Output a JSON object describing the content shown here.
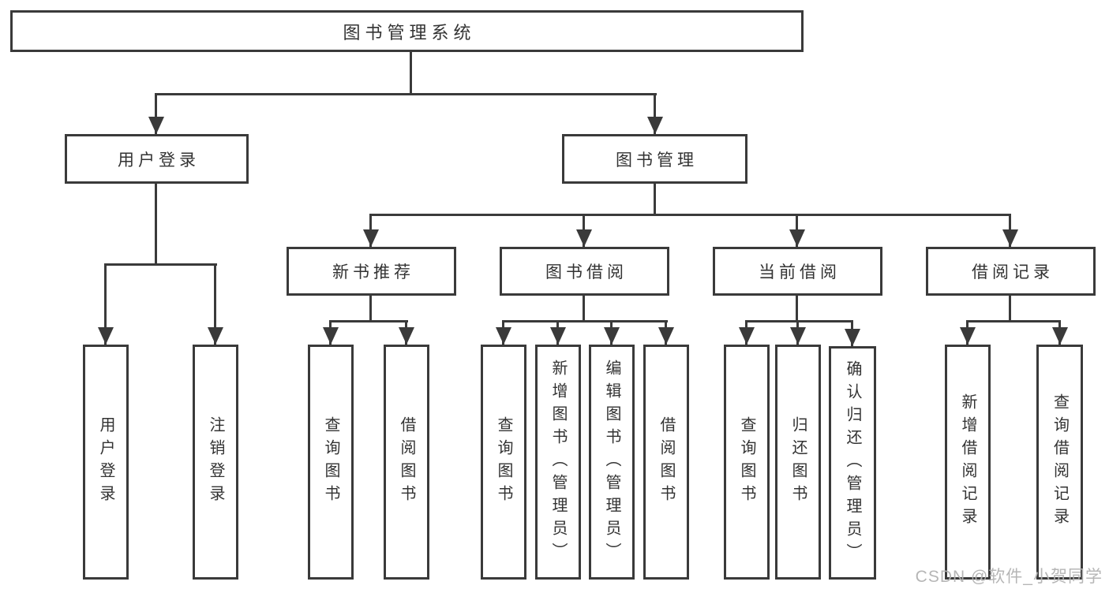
{
  "diagram": {
    "root": {
      "label": "图书管理系统"
    },
    "level2": [
      {
        "label": "用户登录"
      },
      {
        "label": "图书管理"
      }
    ],
    "level3": [
      {
        "label": "新书推荐"
      },
      {
        "label": "图书借阅"
      },
      {
        "label": "当前借阅"
      },
      {
        "label": "借阅记录"
      }
    ],
    "leaves": {
      "login": [
        {
          "label": "用户登录"
        },
        {
          "label": "注销登录"
        }
      ],
      "newbook": [
        {
          "label": "查询图书"
        },
        {
          "label": "借阅图书"
        }
      ],
      "borrow": [
        {
          "label": "查询图书"
        },
        {
          "label": "新增图书（管理员）"
        },
        {
          "label": "编辑图书（管理员）"
        },
        {
          "label": "借阅图书"
        }
      ],
      "current": [
        {
          "label": "查询图书"
        },
        {
          "label": "归还图书"
        },
        {
          "label": "确认归还（管理员）"
        }
      ],
      "records": [
        {
          "label": "新增借阅记录"
        },
        {
          "label": "查询借阅记录"
        }
      ]
    }
  },
  "watermark": {
    "text": "CSDN @软件_小贺同学"
  },
  "colors": {
    "line": "#3a3a3a",
    "text": "#333333",
    "watermark": "#b2b2b2",
    "background": "#ffffff"
  }
}
